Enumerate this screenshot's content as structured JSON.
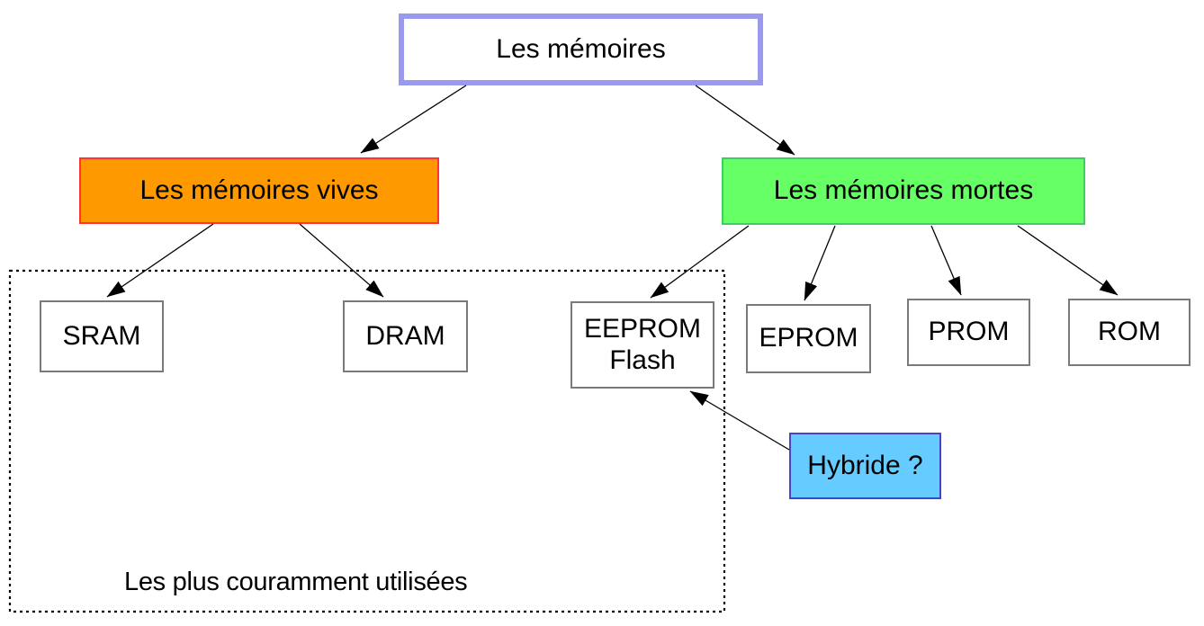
{
  "diagram": {
    "group_label": "Les plus couramment utilisées"
  },
  "nodes": {
    "root": {
      "label": "Les mémoires"
    },
    "vives": {
      "label": "Les mémoires vives"
    },
    "mortes": {
      "label": "Les mémoires mortes"
    },
    "sram": {
      "label": "SRAM"
    },
    "dram": {
      "label": "DRAM"
    },
    "eeprom": {
      "line1": "EEPROM",
      "line2": "Flash"
    },
    "eprom": {
      "label": "EPROM"
    },
    "prom": {
      "label": "PROM"
    },
    "rom": {
      "label": "ROM"
    },
    "hybride": {
      "label": "Hybride ?"
    }
  },
  "colors": {
    "root_border": "#9999ee",
    "vives_fill": "#ff9900",
    "vives_border": "#ff3333",
    "mortes_fill": "#66ff66",
    "mortes_border": "#3dce60",
    "hybride_fill": "#66ccff",
    "hybride_border": "#4444cc",
    "leaf_border": "#7a7a7a",
    "connector": "#000000"
  }
}
